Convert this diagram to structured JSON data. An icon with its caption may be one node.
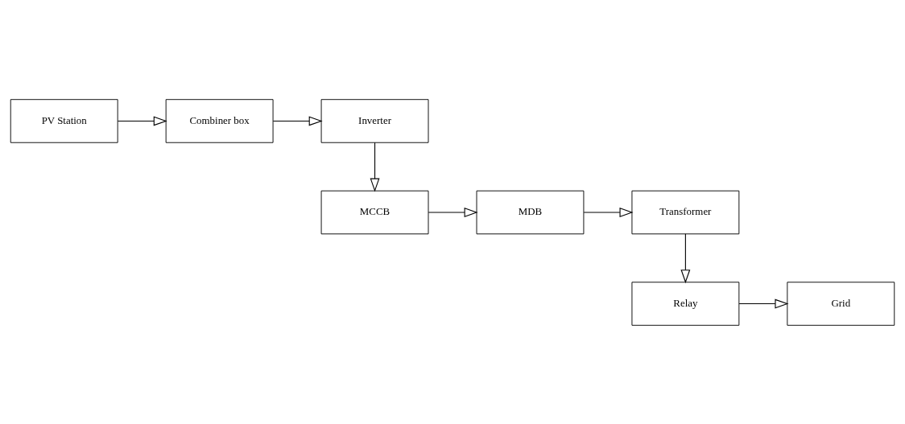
{
  "diagram": {
    "nodes": [
      {
        "text": [
          "PV Station"
        ]
      },
      {
        "text": [
          "Combiner box"
        ]
      },
      {
        "text": [
          "Inverter"
        ]
      },
      {
        "text": [
          "MCCB"
        ]
      },
      {
        "text": [
          "MDB"
        ]
      },
      {
        "text": [
          "Transformer"
        ]
      },
      {
        "text": [
          "Relay"
        ]
      },
      {
        "text": [
          "Grid"
        ]
      }
    ],
    "edges": [
      {
        "from": 0,
        "to": 1,
        "arrow": "to"
      },
      {
        "from": 1,
        "to": 2,
        "arrow": "to"
      },
      {
        "from": 2,
        "to": 3,
        "arrow": "to"
      },
      {
        "from": 3,
        "to": 4,
        "arrow": "to"
      },
      {
        "from": 4,
        "to": 5,
        "arrow": "to"
      },
      {
        "from": 5,
        "to": 6,
        "arrow": "to"
      },
      {
        "from": 6,
        "to": 7,
        "arrow": "to"
      }
    ]
  }
}
